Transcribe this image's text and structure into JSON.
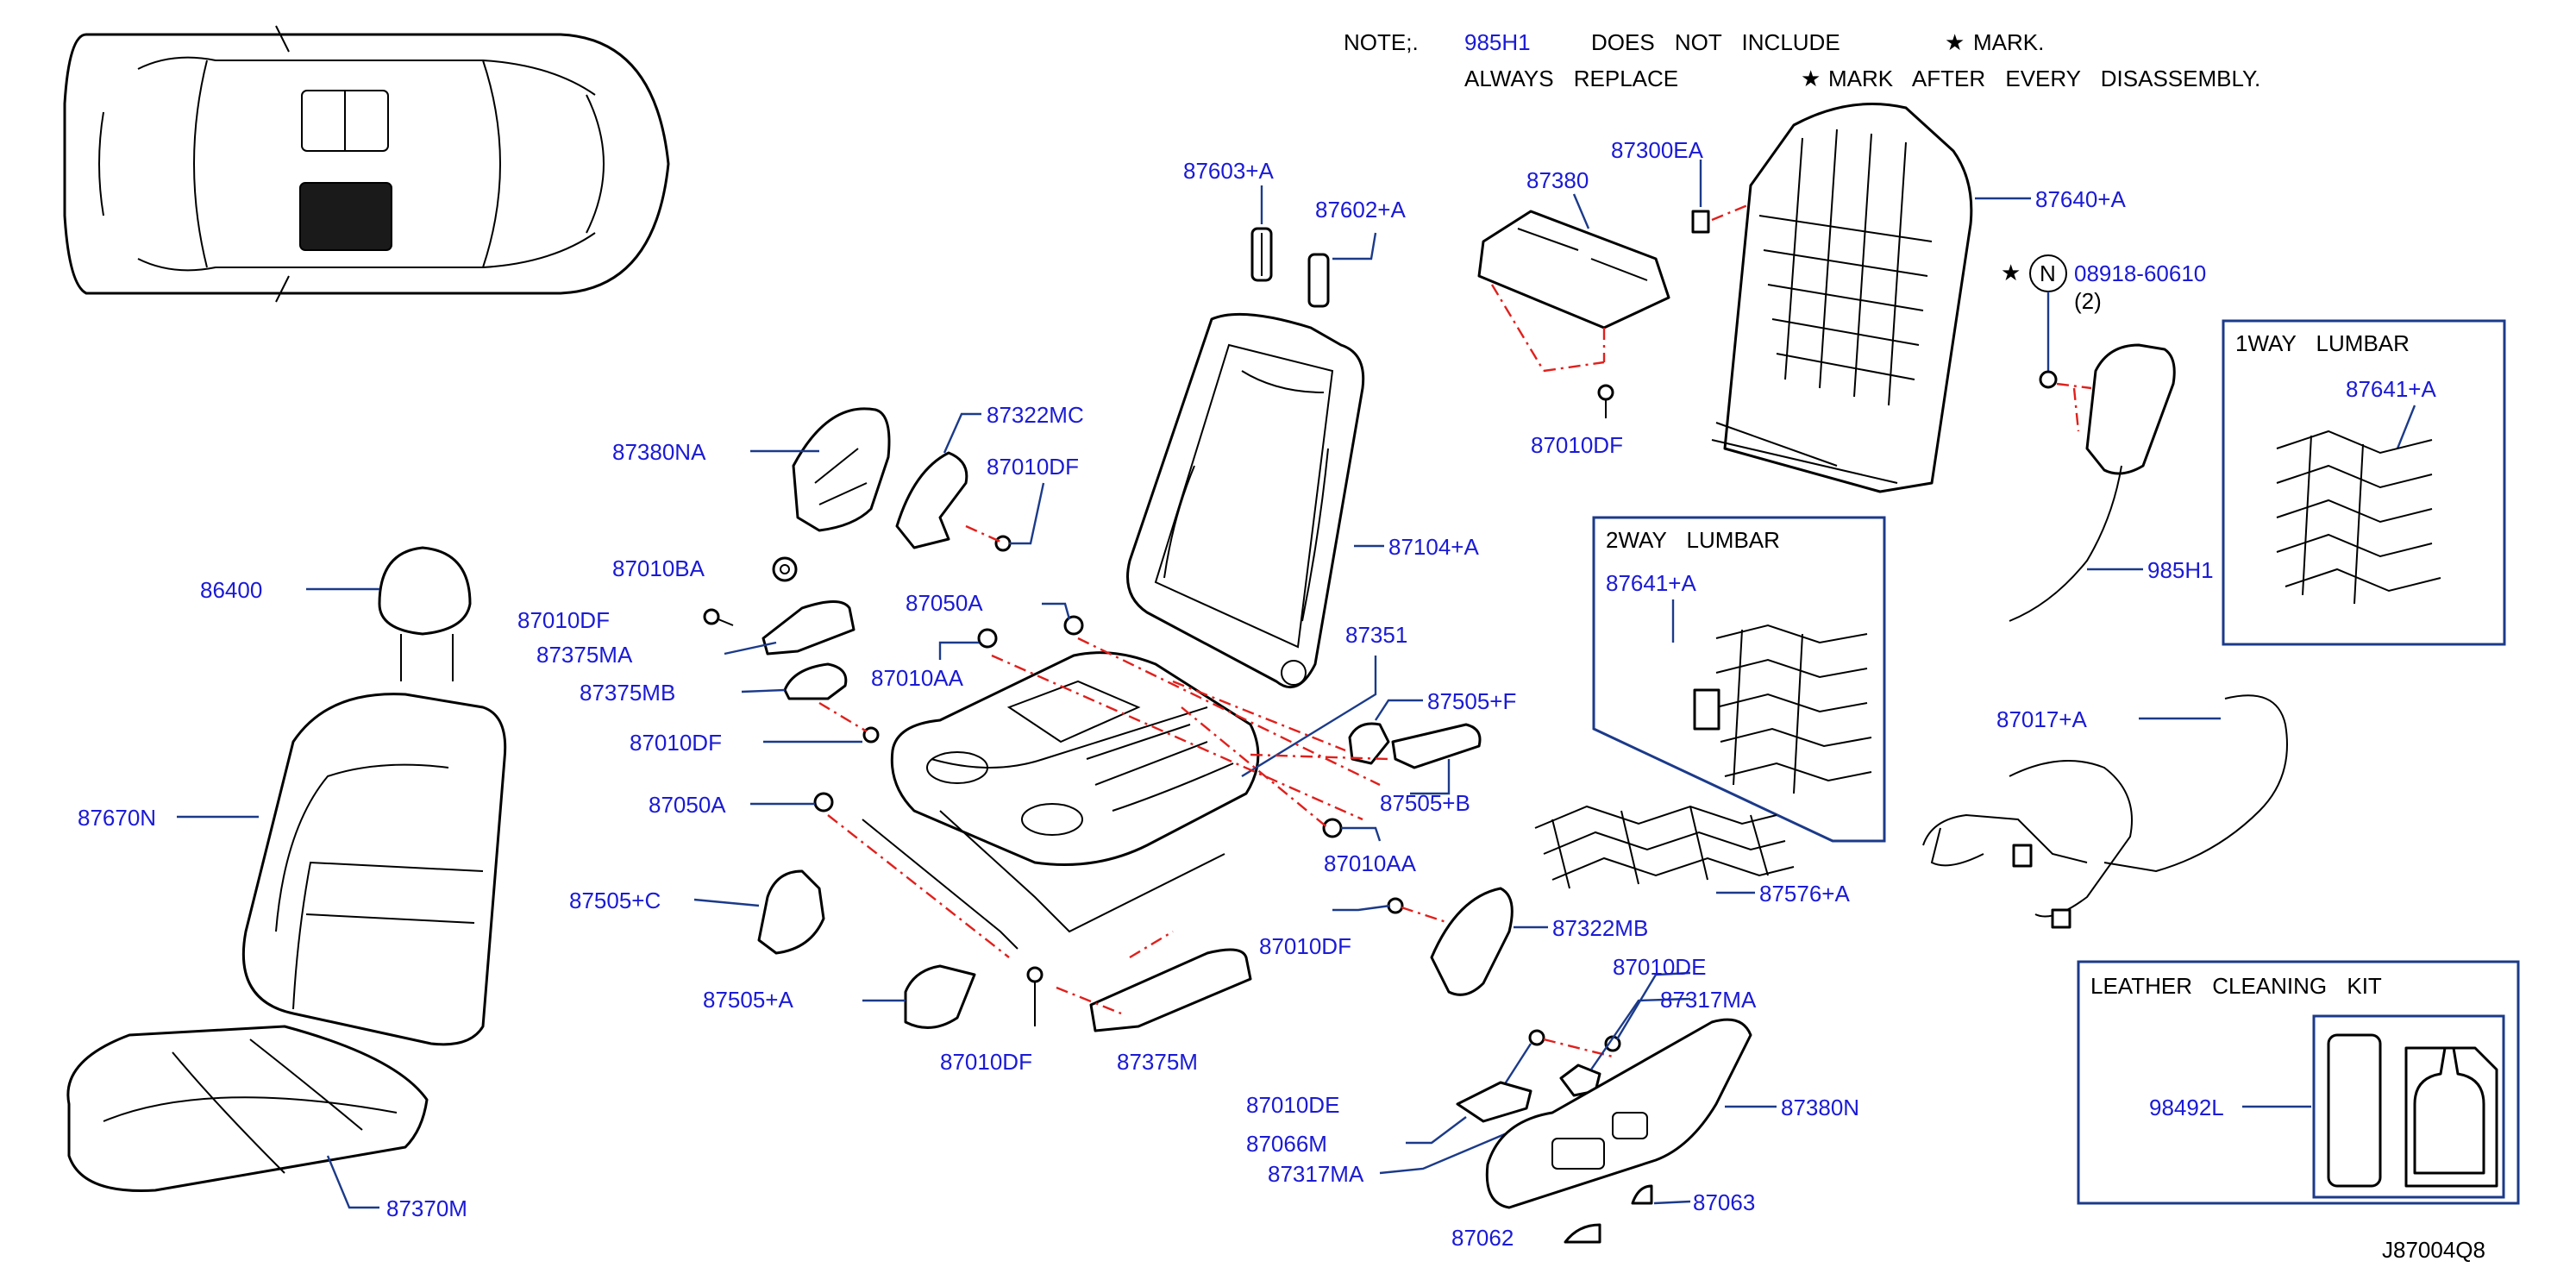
{
  "note": {
    "line1": {
      "prefix": "NOTE;.",
      "code": "985H1",
      "text": "DOES NOT INCLUDE",
      "star": "★",
      "suffix": "MARK."
    },
    "line2": {
      "text": "ALWAYS REPLACE",
      "star": "★",
      "suffix": "MARK AFTER EVERY DISASSEMBLY."
    }
  },
  "diagram_code": "J87004Q8",
  "boxes": {
    "two_way_lumbar": {
      "title": "2WAY LUMBAR",
      "part": "87641+A"
    },
    "one_way_lumbar": {
      "title": "1WAY LUMBAR",
      "part": "87641+A"
    },
    "leather_kit": {
      "title": "LEATHER CLEANING KIT",
      "part": "98492L"
    }
  },
  "bolt_callout": {
    "star": "★",
    "symbol": "N",
    "part": "08918-60610",
    "qty": "(2)"
  },
  "parts": {
    "p86400": "86400",
    "p87670N": "87670N",
    "p87370M": "87370M",
    "p87380NA": "87380NA",
    "p87322MC": "87322MC",
    "p87010DF_a": "87010DF",
    "p87010BA": "87010BA",
    "p87010DF_b": "87010DF",
    "p87375MA": "87375MA",
    "p87375MB": "87375MB",
    "p87010DF_c": "87010DF",
    "p87050A_a": "87050A",
    "p87010AA_a": "87010AA",
    "p87050A_b": "87050A",
    "p87505C": "87505+C",
    "p87505A": "87505+A",
    "p87010DF_d": "87010DF",
    "p87375M": "87375M",
    "p87010DF_e": "87010DF",
    "p87603A": "87603+A",
    "p87602A": "87602+A",
    "p87104A": "87104+A",
    "p87351": "87351",
    "p87505F": "87505+F",
    "p87505B": "87505+B",
    "p87010AA_b": "87010AA",
    "p87322MB": "87322MB",
    "p87380": "87380",
    "p87300EA": "87300EA",
    "p87010DF_f": "87010DF",
    "p87640A": "87640+A",
    "p985H1": "985H1",
    "p87017A": "87017+A",
    "p87576A": "87576+A",
    "p87010DE_a": "87010DE",
    "p87317MA_a": "87317MA",
    "p87010DE_b": "87010DE",
    "p87066M": "87066M",
    "p87317MA_b": "87317MA",
    "p87380N": "87380N",
    "p87063": "87063",
    "p87062": "87062"
  }
}
